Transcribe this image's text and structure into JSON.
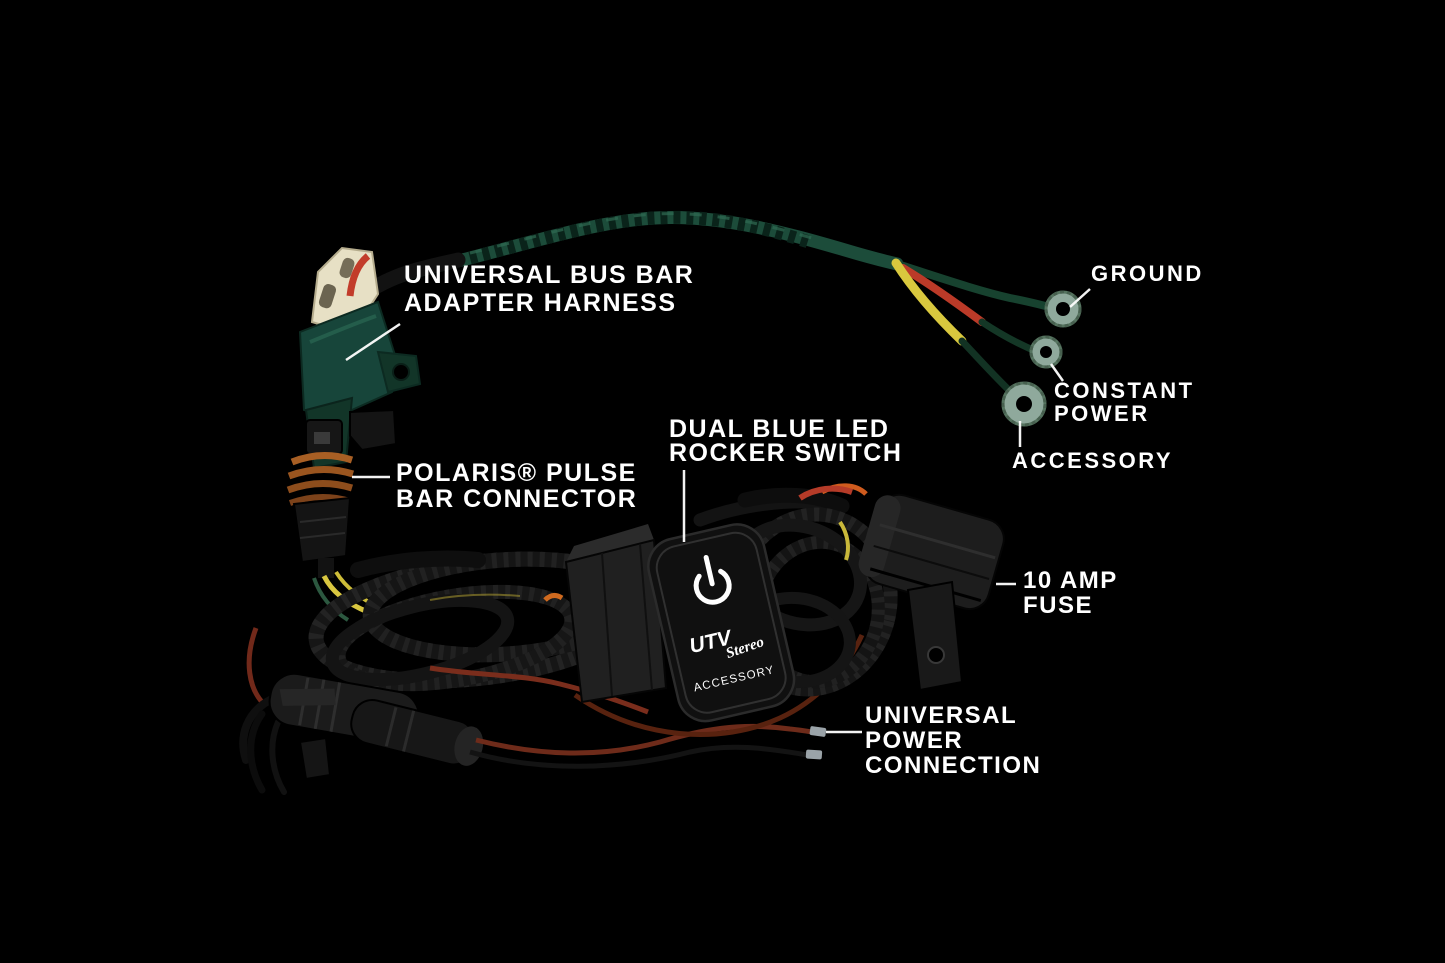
{
  "callouts": {
    "bus_bar_adapter": {
      "line1": "UNIVERSAL BUS BAR",
      "line2": "ADAPTER HARNESS"
    },
    "pulse_bar_connector": {
      "line1": "POLARIS® PULSE",
      "line2": "BAR CONNECTOR"
    },
    "rocker_switch": {
      "line1": "DUAL BLUE LED",
      "line2": "ROCKER SWITCH"
    },
    "ground": {
      "line1": "GROUND"
    },
    "constant_power": {
      "line1": "CONSTANT",
      "line2": "POWER"
    },
    "accessory": {
      "line1": "ACCESSORY"
    },
    "fuse": {
      "line1": "10 AMP",
      "line2": "FUSE"
    },
    "universal_power": {
      "line1": "UNIVERSAL",
      "line2": "POWER",
      "line3": "CONNECTION"
    }
  },
  "switch_face": {
    "brand_top": "UTV",
    "brand_bottom": "Stereo",
    "mode_label": "ACCESSORY"
  },
  "colors": {
    "background": "#000000",
    "label_text": "#ffffff",
    "harness_green": "#1c4c3a",
    "wire_yellow": "#d9c83e",
    "wire_red": "#bb3a28",
    "wire_brown": "#6e2b1a",
    "connector_cream": "#e7e0c5",
    "terminal_metal": "#8fa99c",
    "copper_band": "#a85f24",
    "plastic_black": "#1a1a1a"
  }
}
